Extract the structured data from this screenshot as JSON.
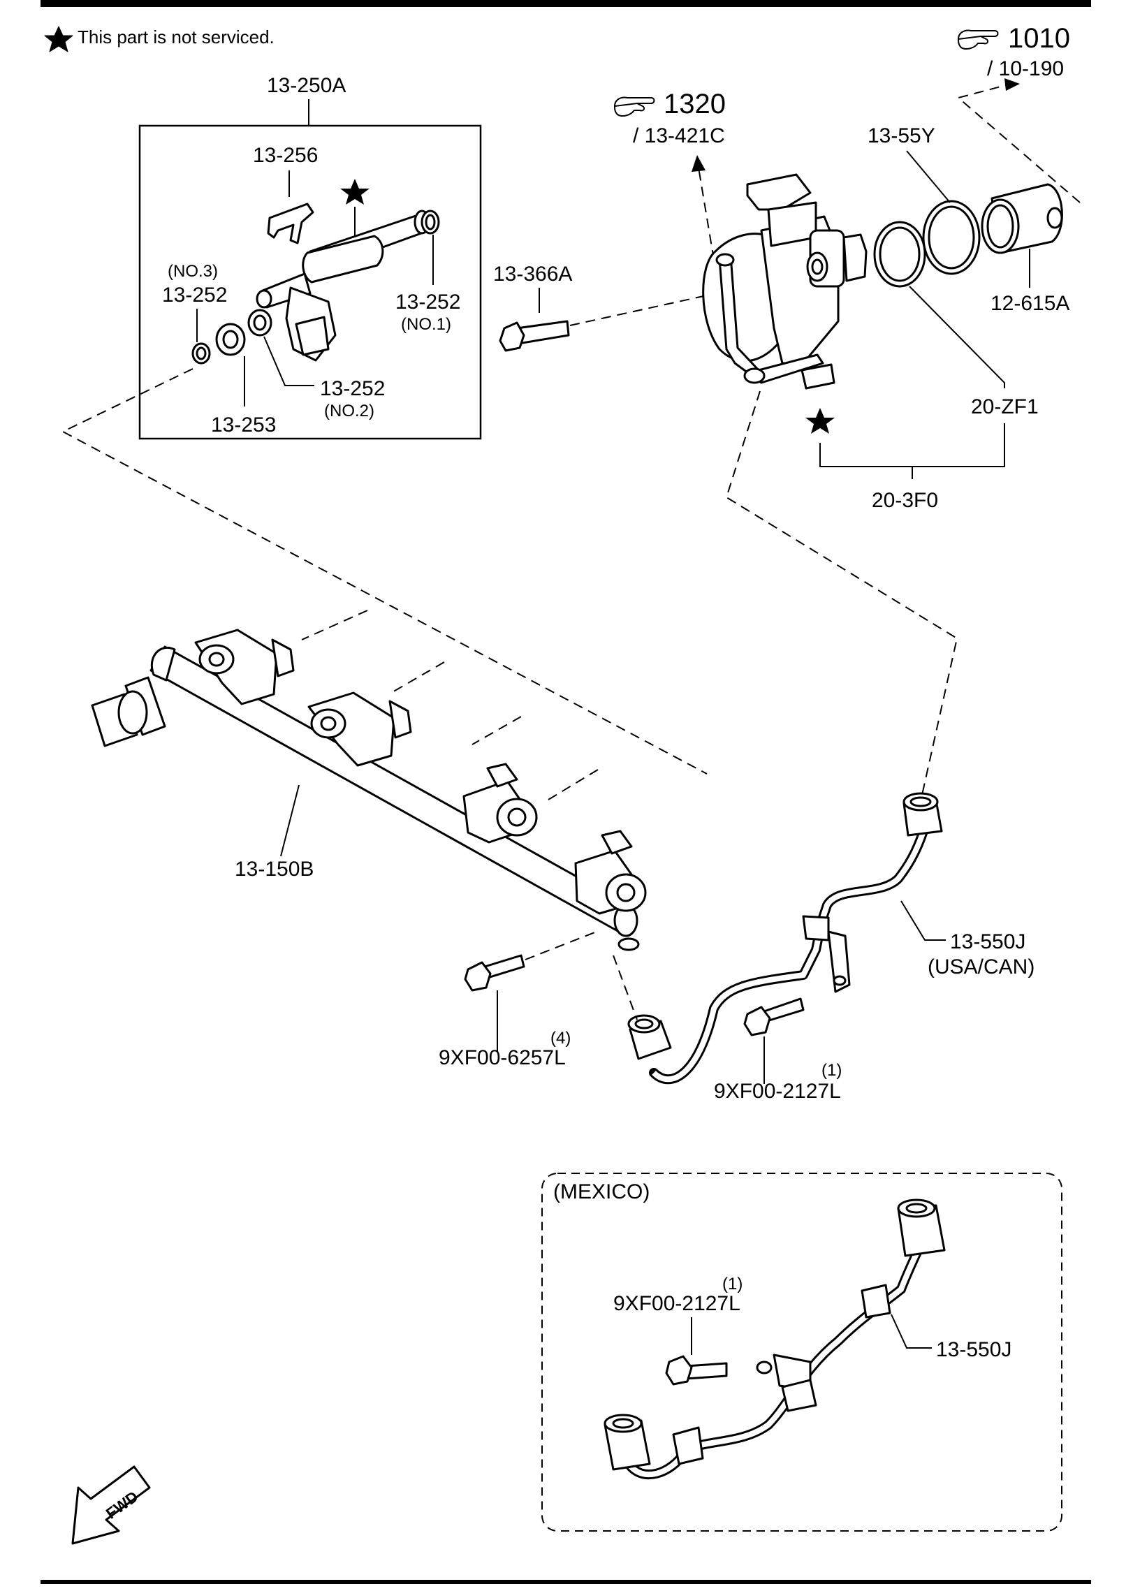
{
  "note": {
    "text": "This part is not serviced."
  },
  "refs": {
    "r1010": {
      "num": "1010",
      "sub": "/ 10-190"
    },
    "r1320": {
      "num": "1320",
      "sub": "/ 13-421C"
    }
  },
  "labels": {
    "l13_250A": "13-250A",
    "l13_256": "13-256",
    "l13_252_no3_tag": "(NO.3)",
    "l13_252_no3": "13-252",
    "l13_252_no1": "13-252",
    "l13_252_no1_tag": "(NO.1)",
    "l13_252_no2": "13-252",
    "l13_252_no2_tag": "(NO.2)",
    "l13_253": "13-253",
    "l13_366A": "13-366A",
    "l13_55Y": "13-55Y",
    "l12_615A": "12-615A",
    "l20_ZF1": "20-ZF1",
    "l20_3F0": "20-3F0",
    "l13_150B": "13-150B",
    "l13_550J": "13-550J",
    "l13_550J_tag": "(USA/CAN)",
    "l9XF00_6257L": "9XF00-6257L",
    "l9XF00_6257L_qty": "(4)",
    "l9XF00_2127L": "9XF00-2127L",
    "l9XF00_2127L_qty": "(1)"
  },
  "mexico": {
    "title": "(MEXICO)",
    "bolt": "9XF00-2127L",
    "bolt_qty": "(1)",
    "pipe": "13-550J"
  },
  "fwd": {
    "text": "FWD"
  },
  "icons": [
    "star-icon",
    "reference-hand-icon",
    "fwd-arrow-icon"
  ]
}
